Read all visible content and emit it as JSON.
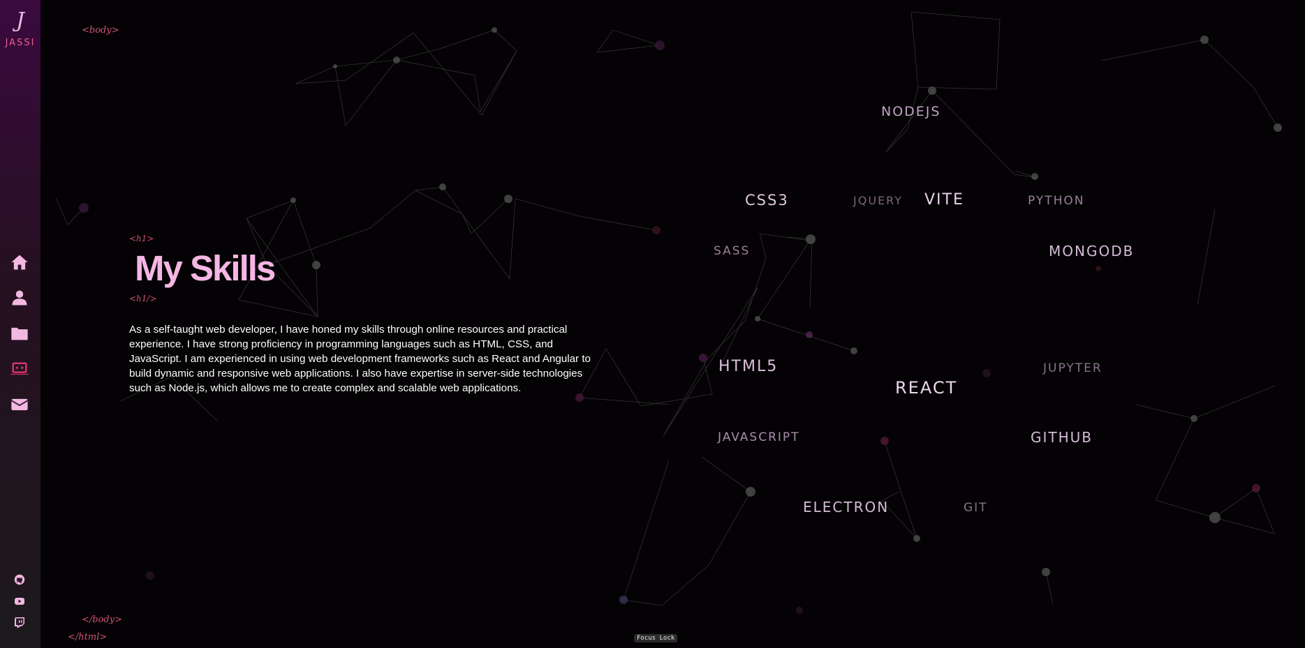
{
  "brand": {
    "logo_letter": "J",
    "name": "JASSI"
  },
  "tags": {
    "body_open": "<body>",
    "h1_open": "<h1>",
    "h1_close": "<h1/>",
    "body_close": "</body>",
    "html_close": "</html>"
  },
  "section": {
    "title": "My Skills",
    "description": "As a self-taught web developer, I have honed my skills through online resources and practical experience. I have strong proficiency in programming languages such as HTML, CSS, and JavaScript. I am experienced in using web development frameworks such as React and Angular to build dynamic and responsive web applications. I also have expertise in server-side technologies such as Node.js, which allows me to create complex and scalable web applications."
  },
  "nav": [
    {
      "name": "home",
      "icon": "home-icon",
      "active": false
    },
    {
      "name": "about",
      "icon": "user-icon",
      "active": false
    },
    {
      "name": "projects",
      "icon": "folder-icon",
      "active": false
    },
    {
      "name": "skills",
      "icon": "laptop-code-icon",
      "active": true
    },
    {
      "name": "contact",
      "icon": "envelope-icon",
      "active": false
    }
  ],
  "social": [
    {
      "name": "github",
      "icon": "github-icon"
    },
    {
      "name": "youtube",
      "icon": "youtube-icon"
    },
    {
      "name": "twitch",
      "icon": "twitch-icon"
    }
  ],
  "skills_cloud": [
    {
      "label": "NODEJS"
    },
    {
      "label": "CSS3"
    },
    {
      "label": "JQUERY"
    },
    {
      "label": "VITE"
    },
    {
      "label": "PYTHON"
    },
    {
      "label": "SASS"
    },
    {
      "label": "MONGODB"
    },
    {
      "label": "HTML5"
    },
    {
      "label": "REACT"
    },
    {
      "label": "JUPYTER"
    },
    {
      "label": "JAVASCRIPT"
    },
    {
      "label": "GITHUB"
    },
    {
      "label": "ELECTRON"
    },
    {
      "label": "GIT"
    }
  ],
  "footer": {
    "badge": "Focus Lock"
  },
  "colors": {
    "accent": "#ef5d8f",
    "heading": "#f5b6e4",
    "sidebar_top": "#3a0a3f",
    "background": "#040204"
  }
}
